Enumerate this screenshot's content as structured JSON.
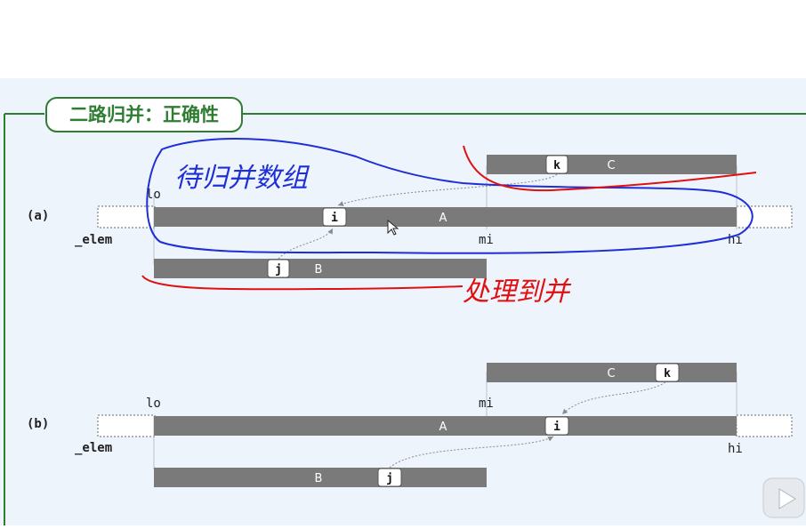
{
  "title": "二路归并：正确性",
  "panels": [
    {
      "id": "a",
      "label": "(a)",
      "array_label": "_elem",
      "markers": {
        "lo": "lo",
        "mi": "mi",
        "hi": "hi"
      },
      "bars": {
        "A": "A",
        "B": "B",
        "C": "C"
      },
      "pointers": {
        "i": "i",
        "j": "j",
        "k": "k"
      }
    },
    {
      "id": "b",
      "label": "(b)",
      "array_label": "_elem",
      "markers": {
        "lo": "lo",
        "mi": "mi",
        "hi": "hi"
      },
      "bars": {
        "A": "A",
        "B": "B",
        "C": "C"
      },
      "pointers": {
        "i": "i",
        "j": "j",
        "k": "k"
      }
    }
  ],
  "annotations": {
    "handwritten_top": "待归并数组",
    "handwritten_bottom": "处理到并"
  },
  "colors": {
    "accent_green": "#2e7d32",
    "bar_gray": "#7a7a7a",
    "ink_blue": "#1f2fd6",
    "ink_red": "#e01010",
    "background": "#eef4fc"
  },
  "icons": [
    "play-icon",
    "cursor-icon"
  ]
}
